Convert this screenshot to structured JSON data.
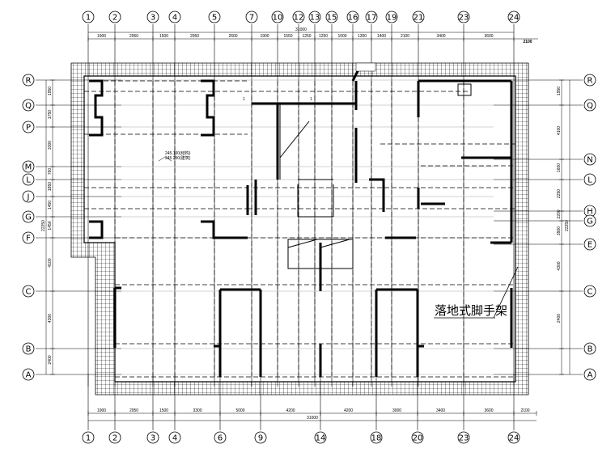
{
  "axes": {
    "top": [
      "1",
      "2",
      "3",
      "4",
      "5",
      "7",
      "10",
      "12",
      "13",
      "15",
      "16",
      "17",
      "19",
      "21",
      "23",
      "24"
    ],
    "bottom": [
      "1",
      "2",
      "3",
      "4",
      "6",
      "9",
      "14",
      "18",
      "20",
      "23",
      "24"
    ],
    "left": [
      "R",
      "Q",
      "P",
      "M",
      "L",
      "J",
      "G",
      "F",
      "C",
      "B",
      "A"
    ],
    "right": [
      "R",
      "Q",
      "N",
      "L",
      "H",
      "G",
      "E",
      "C",
      "B",
      "A"
    ]
  },
  "dimensions": {
    "top_segments": [
      "1900",
      "2950",
      "1500",
      "2950",
      "2600",
      "1900",
      "1550",
      "1250",
      "1250",
      "1000",
      "1300",
      "1400",
      "2100",
      "3400",
      "3600"
    ],
    "top_total": "31000",
    "top_overhang": "2100",
    "bottom_segments": [
      "1900",
      "2950",
      "1500",
      "3300",
      "5000",
      "4200",
      "4200",
      "3000",
      "3400",
      "3600",
      "2100"
    ],
    "bottom_total": "31000",
    "left_segments": [
      "1950",
      "1750",
      "3300",
      "760",
      "1850",
      "1450",
      "1450",
      "4100",
      "4300",
      "2400"
    ],
    "left_total": "22250",
    "right_segments": [
      "1950",
      "4100",
      "1600",
      "2250",
      "2200",
      "3900",
      "4300",
      "2400"
    ],
    "right_total": "22250"
  },
  "labels": {
    "scaffold_note": "落地式脚手架",
    "elevation": "245.100(结构)\n245.250(建筑)",
    "marks": [
      "1",
      "1"
    ]
  }
}
